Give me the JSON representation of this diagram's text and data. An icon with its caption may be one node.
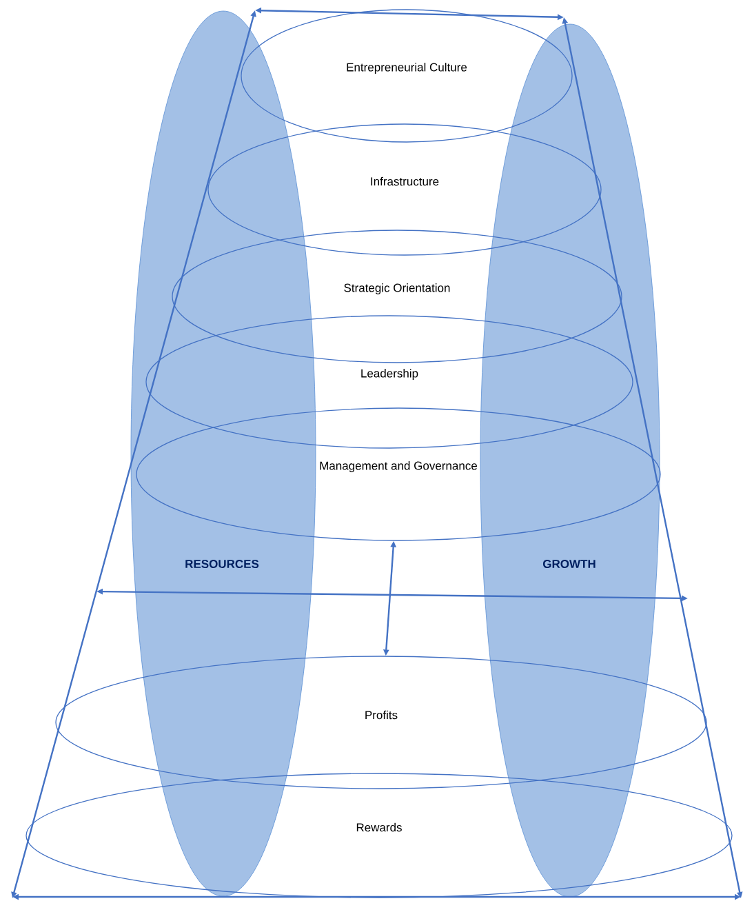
{
  "diagram": {
    "nodes": [
      {
        "text": [
          "Entrepreneurial Culture"
        ]
      },
      {
        "text": [
          "Infrastructure"
        ]
      },
      {
        "text": [
          "Strategic Orientation"
        ]
      },
      {
        "text": [
          "Leadership"
        ]
      },
      {
        "text": [
          "RESOURCES"
        ]
      },
      {
        "text": [
          "Management and Governance"
        ]
      },
      {
        "text": [
          "GROWTH"
        ]
      },
      {
        "text": [
          "Profits"
        ]
      },
      {
        "text": [
          "Rewards"
        ]
      }
    ],
    "edges": [
      {
        "from": 5,
        "to": 7,
        "arrow": "both"
      }
    ]
  }
}
